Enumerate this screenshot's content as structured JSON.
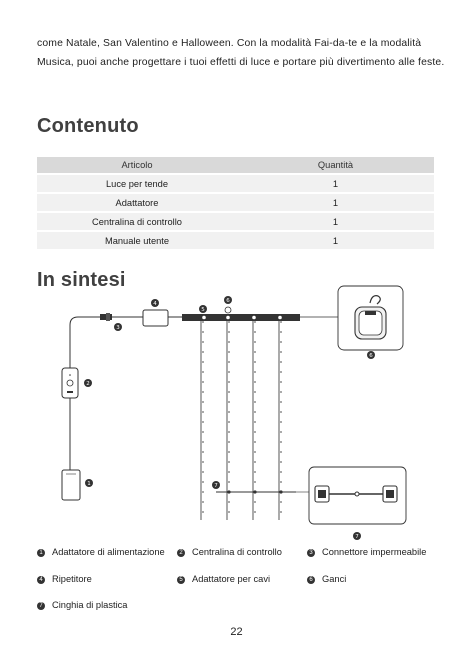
{
  "intro": {
    "text": "come Natale, San Valentino e Halloween. Con la modalità Fai-da-te e la modalità Musica, puoi anche progettare i tuoi effetti di luce e portare più divertimento alle feste."
  },
  "contents": {
    "heading": "Contenuto",
    "columns": [
      "Articolo",
      "Quantità"
    ],
    "rows": [
      [
        "Luce per tende",
        "1"
      ],
      [
        "Adattatore",
        "1"
      ],
      [
        "Centralina di controllo",
        "1"
      ],
      [
        "Manuale utente",
        "1"
      ]
    ]
  },
  "overview": {
    "heading": "In sintesi",
    "markers": [
      "1",
      "2",
      "3",
      "4",
      "5",
      "6",
      "7"
    ],
    "legend": [
      {
        "num": "1",
        "label": "Adattatore di alimentazione"
      },
      {
        "num": "2",
        "label": "Centralina di controllo"
      },
      {
        "num": "3",
        "label": "Connettore impermeabile"
      },
      {
        "num": "4",
        "label": "Ripetitore"
      },
      {
        "num": "5",
        "label": "Adattatore per cavi"
      },
      {
        "num": "6",
        "label": "Ganci"
      },
      {
        "num": "7",
        "label": "Cinghia di plastica"
      }
    ]
  },
  "page_number": "22"
}
